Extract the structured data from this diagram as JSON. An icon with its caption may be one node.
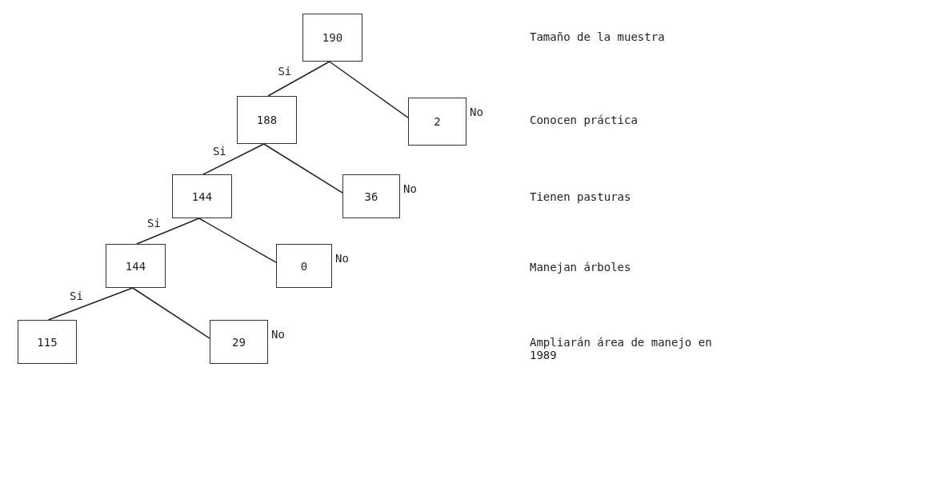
{
  "diagram": {
    "nodes": [
      {
        "text": [
          "190"
        ]
      },
      {
        "text": [
          "188"
        ]
      },
      {
        "text": [
          "2"
        ],
        "beside": [
          "No"
        ]
      },
      {
        "text": [
          "144"
        ]
      },
      {
        "text": [
          "36"
        ],
        "beside": [
          "No"
        ]
      },
      {
        "text": [
          "144"
        ]
      },
      {
        "text": [
          "0"
        ],
        "beside": [
          "No"
        ]
      },
      {
        "text": [
          "115"
        ]
      },
      {
        "text": [
          "29"
        ],
        "beside": [
          "No"
        ]
      }
    ],
    "edges": [
      {
        "from": 0,
        "to": 1,
        "arrow": "none",
        "label": "Si"
      },
      {
        "from": 0,
        "to": 2,
        "arrow": "none"
      },
      {
        "from": 1,
        "to": 3,
        "arrow": "none",
        "label": "Si"
      },
      {
        "from": 1,
        "to": 4,
        "arrow": "none"
      },
      {
        "from": 3,
        "to": 5,
        "arrow": "none",
        "label": "Si"
      },
      {
        "from": 3,
        "to": 6,
        "arrow": "none"
      },
      {
        "from": 5,
        "to": 7,
        "arrow": "none",
        "label": "Si"
      },
      {
        "from": 5,
        "to": 8,
        "arrow": "none"
      }
    ],
    "labels": [
      "Tamaño de la muestra",
      "Conocen práctica",
      "Tienen pasturas",
      "Manejan árboles",
      "Ampliarán área de manejo en 1989"
    ]
  }
}
